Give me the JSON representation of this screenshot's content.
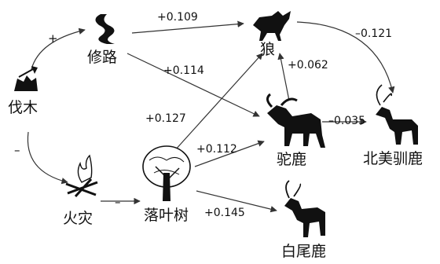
{
  "nodes": {
    "logging": "伐木",
    "road": "修路",
    "fire": "火灾",
    "deciduous": "落叶树",
    "wolf": "狼",
    "moose": "驼鹿",
    "caribou": "北美驯鹿",
    "whitetail": "白尾鹿"
  },
  "edges": {
    "logging_road": "+",
    "logging_fire": "–",
    "road_wolf": "+0.109",
    "road_moose": "+0.114",
    "fire_deciduous": "–",
    "deciduous_wolf": "+0.127",
    "deciduous_moose": "+0.112",
    "deciduous_whitetail": "+0.145",
    "moose_wolf": "+0.062",
    "moose_caribou": "–0.035",
    "wolf_caribou": "–0.121"
  },
  "icons": {
    "logging": "stump-axe-icon",
    "road": "winding-road-icon",
    "fire": "campfire-icon",
    "deciduous": "tree-icon",
    "wolf": "wolf-icon",
    "moose": "moose-icon",
    "caribou": "caribou-icon",
    "whitetail": "deer-icon"
  }
}
